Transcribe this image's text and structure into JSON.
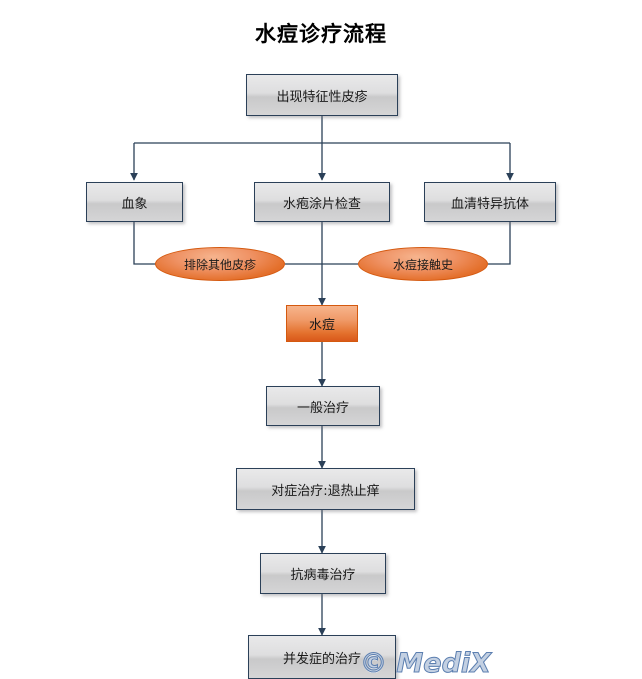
{
  "document": {
    "title": "水痘诊疗流程",
    "watermark": "© MediX",
    "background_color": "#ffffff",
    "line_color": "#2b4058",
    "box_border_color": "#2b4058",
    "accent_color": "#e3702c"
  },
  "flow": {
    "start": {
      "label": "出现特征性皮疹"
    },
    "tests": [
      {
        "label": "血象"
      },
      {
        "label": "水疱涂片检查"
      },
      {
        "label": "血清特异抗体"
      }
    ],
    "conditions": [
      {
        "label": "排除其他皮疹"
      },
      {
        "label": "水痘接触史"
      }
    ],
    "diagnosis": {
      "label": "水痘"
    },
    "treatments": [
      {
        "label": "一般治疗"
      },
      {
        "label": "对症治疗:退热止痒"
      },
      {
        "label": "抗病毒治疗"
      },
      {
        "label": "并发症的治疗"
      }
    ]
  }
}
